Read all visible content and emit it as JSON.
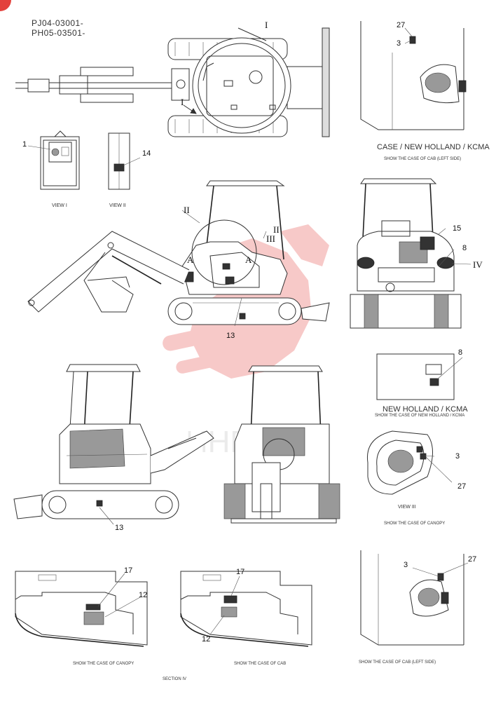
{
  "header": {
    "code_1": "PJ04-03001-",
    "code_2": "PH05-03501-"
  },
  "captions": {
    "case_nh_kcma": "CASE / NEW HOLLAND / KCMA",
    "show_cab_left_side_top": "SHOW THE CASE OF CAB (LEFT SIDE)",
    "view_1": "VIEW  I",
    "view_2": "VIEW  II",
    "nh_kcma": "NEW HOLLAND / KCMA",
    "show_nh_kcma": "SHOW THE CASE OF NEW HOLLAND / KCMA",
    "view_3": "VIEW  III",
    "show_canopy_right": "SHOW THE CASE OF CANOPY",
    "show_canopy_bottom": "SHOW THE CASE OF CANOPY",
    "show_cab_bottom": "SHOW THE CASE OF CAB",
    "show_cab_left_side_bottom": "SHOW THE CASE OF CAB (LEFT SIDE)",
    "section": "SECTION  IV"
  },
  "roman_labels": {
    "I_top": "I",
    "I_left": "I",
    "II_a": "II",
    "II_b": "II",
    "III": "III",
    "IV": "IV",
    "A_1": "A",
    "A_2": "A"
  },
  "callouts": {
    "c27_top": "27",
    "c3_top": "3",
    "c1": "1",
    "c14": "14",
    "c15": "15",
    "c8_right": "8",
    "c13_mid": "13",
    "c8_nh": "8",
    "c3_canopy": "3",
    "c27_canopy": "27",
    "c13_lower": "13",
    "c17_a": "17",
    "c12_a": "12",
    "c17_b": "17",
    "c12_b": "12",
    "c3_bottom": "3",
    "c27_bottom": "27"
  },
  "colors": {
    "line": "#333333",
    "watermark": "#e3413c"
  }
}
